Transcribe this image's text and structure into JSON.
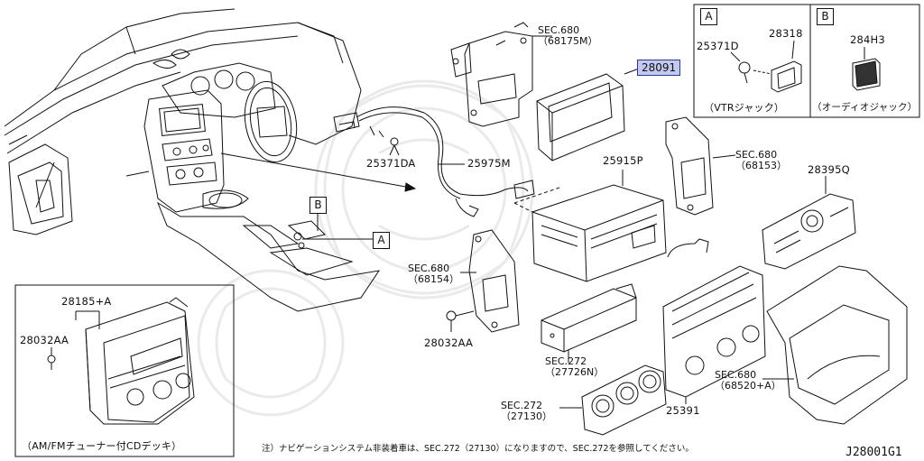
{
  "diagram_id": "J28001G1",
  "highlighted_part": "28091",
  "footnote": "注）ナビゲーションシステム非装着車は、SEC.272（27130）になりますので、SEC.272を参照してください。",
  "callouts": {
    "a": "A",
    "b": "B"
  },
  "inset_a": {
    "label": "A",
    "parts": [
      "25371D",
      "28318"
    ],
    "caption": "（VTRジャック）"
  },
  "inset_b": {
    "label": "B",
    "parts": [
      "284H3"
    ],
    "caption": "（オーディオジャック）"
  },
  "inset_radio": {
    "parts": [
      "28185+A",
      "28032AA"
    ],
    "caption": "（AM/FMチューナー付CDデッキ）"
  },
  "labels": {
    "sec680_68175m": {
      "sec": "SEC.680",
      "sub": "（68175M）"
    },
    "sec680_68153": {
      "sec": "SEC.680",
      "sub": "（68153）"
    },
    "sec680_68154": {
      "sec": "SEC.680",
      "sub": "（68154）"
    },
    "sec680_68520a": {
      "sec": "SEC.680",
      "sub": "（68520+A）"
    },
    "sec272_27726n": {
      "sec": "SEC.272",
      "sub": "（27726N）"
    },
    "sec272_27130": {
      "sec": "SEC.272",
      "sub": "（27130）"
    },
    "p_25371da": "25371DA",
    "p_25975m": "25975M",
    "p_25915p": "25915P",
    "p_28395q": "28395Q",
    "p_28032aa": "28032AA",
    "p_25391": "25391"
  }
}
